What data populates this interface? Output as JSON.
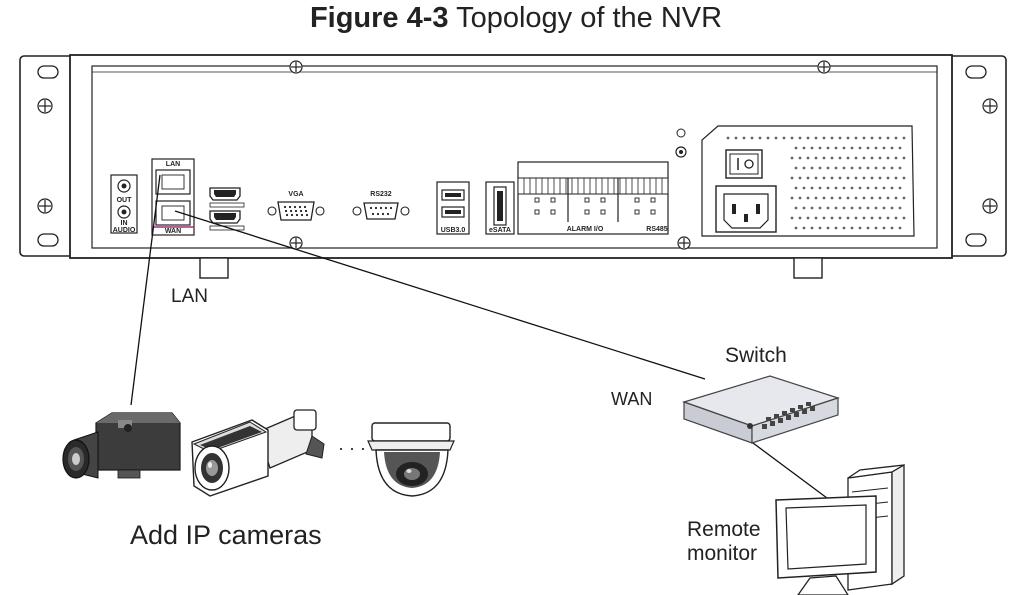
{
  "figure": {
    "number": "Figure 4-3",
    "caption": "Topology of the NVR"
  },
  "nvr_panel": {
    "lan_port": "LAN",
    "wan_port": "WAN",
    "audio_out": "OUT",
    "audio_in": "IN",
    "audio_label": "AUDIO",
    "vga": "VGA",
    "rs232": "RS232",
    "usb": "USB3.0",
    "esata": "eSATA",
    "alarm": "ALARM I/O",
    "rs485": "RS485"
  },
  "links": {
    "lan": "LAN",
    "wan": "WAN"
  },
  "devices": {
    "switch": "Switch",
    "cameras": "Add IP cameras",
    "ellipsis": "· · · ·",
    "monitor_line1": "Remote",
    "monitor_line2": "monitor"
  }
}
